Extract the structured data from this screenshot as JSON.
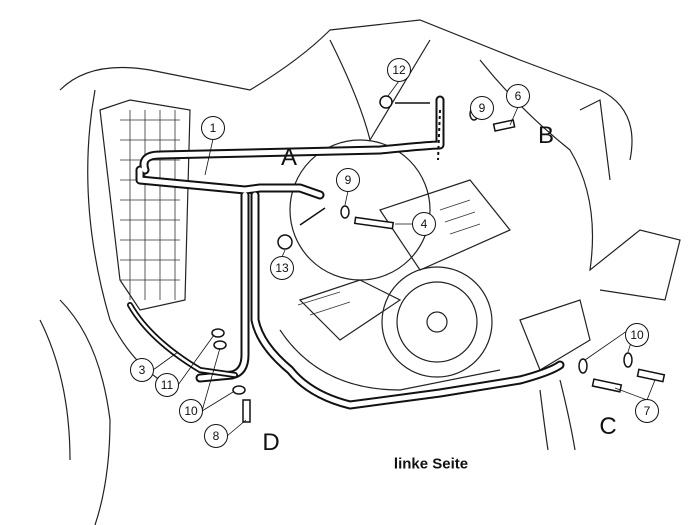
{
  "diagram": {
    "caption": "linke Seite",
    "callouts": [
      "1",
      "12",
      "9",
      "6",
      "9",
      "4",
      "13",
      "10",
      "3",
      "11",
      "10",
      "8",
      "7"
    ],
    "letters": [
      "A",
      "B",
      "C",
      "D"
    ]
  }
}
